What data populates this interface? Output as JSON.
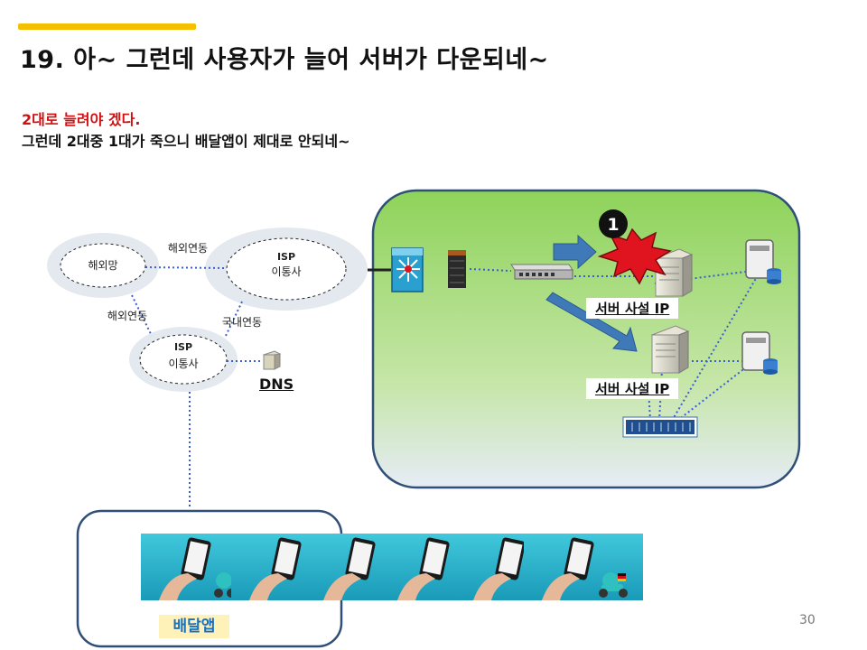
{
  "slide": {
    "title": "19. 아~ 그런데 사용자가 늘어 서버가 다운되네~",
    "line1": "2대로 늘려야 겠다.",
    "line2": "그런데 2대중 1대가 죽으니 배달앱이 제대로 안되네~",
    "page_number": "30"
  },
  "network": {
    "overseas_net": "해외망",
    "isp_top_line1": "ISP",
    "isp_top_line2": "이통사",
    "isp_bottom_line1": "ISP",
    "isp_bottom_line2": "이통사",
    "link_overseas_top": "해외연동",
    "link_overseas_left": "해외연동",
    "link_domestic": "국내연동",
    "dns": "DNS"
  },
  "datacenter": {
    "badge_number": "1",
    "server1_ip": "서버 사설 IP",
    "server2_ip": "서버 사설 IP"
  },
  "client": {
    "app_label": "배달앱"
  },
  "colors": {
    "accent_bar": "#f5c000",
    "dc_fill": "#9ad86a",
    "arrow_blue": "#3f79b8",
    "explosion_red": "#e0141e",
    "link_dotted": "#3a5fd0"
  },
  "icons": [
    "l3-switch-icon",
    "firewall-icon",
    "l4-switch-icon",
    "explosion-icon",
    "server-icon",
    "database-server-icon",
    "storage-array-icon",
    "dns-server-icon",
    "smartphone-hand-icon",
    "delivery-scooter-icon"
  ]
}
